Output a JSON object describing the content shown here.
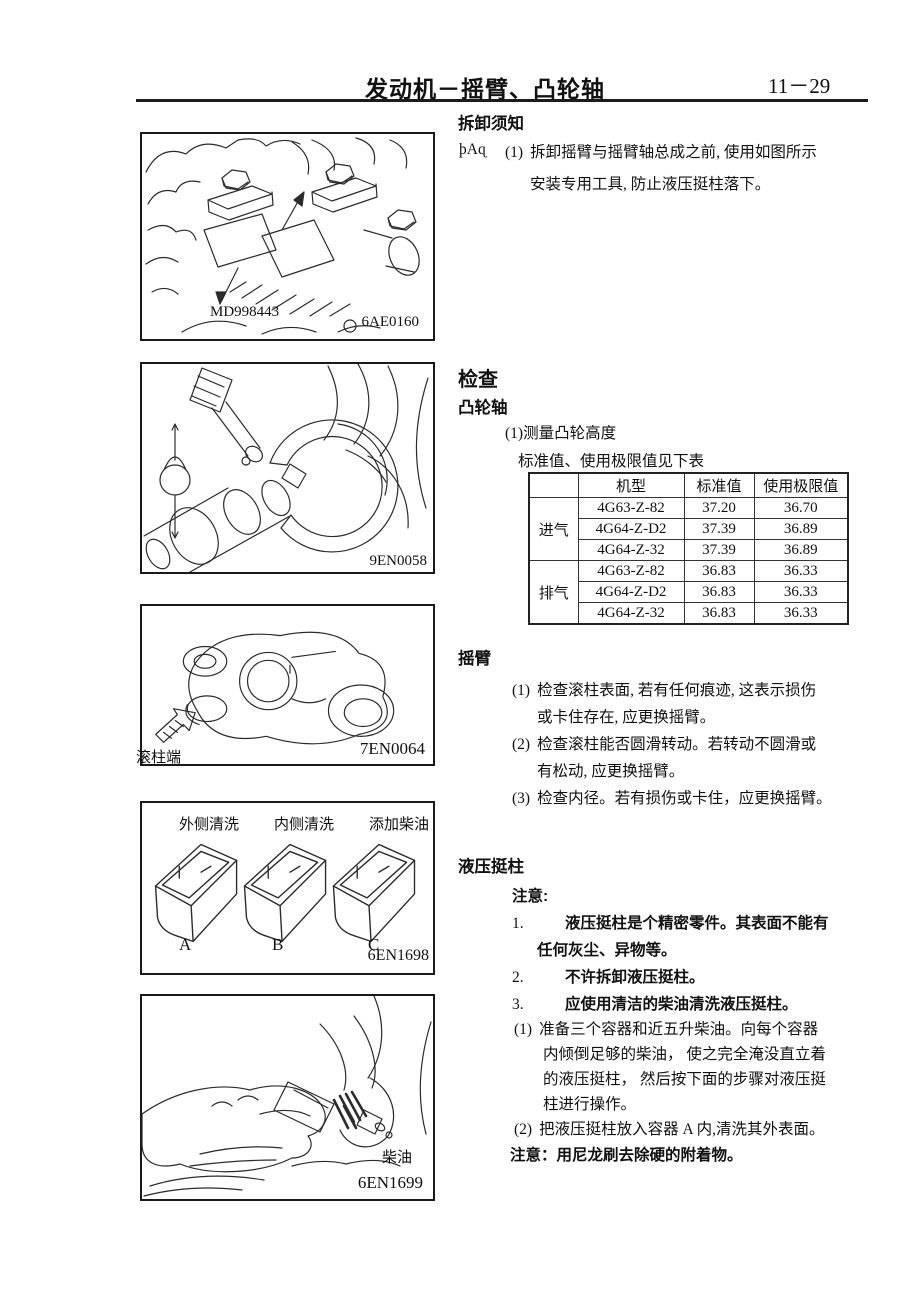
{
  "header": {
    "title": "发动机－摇臂、凸轮轴",
    "page_number": "11－29"
  },
  "figures": {
    "fig1": {
      "code": "6AE0160",
      "tool_label": "MD998443"
    },
    "fig2": {
      "code": "9EN0058"
    },
    "fig3": {
      "code": "7EN0064",
      "roller_label": "滚柱端"
    },
    "fig4": {
      "code": "6EN1698",
      "label_a": "外侧清洗",
      "label_b": "内侧清洗",
      "label_c": "添加柴油",
      "letter_a": "A",
      "letter_b": "B",
      "letter_c": "C"
    },
    "fig5": {
      "code": "6EN1699",
      "diesel_label": "柴油"
    }
  },
  "removal": {
    "heading": "拆卸须知",
    "marker": "þAɋ",
    "item_no": "(1)",
    "line1": "拆卸摇臂与摇臂轴总成之前, 使用如图所示",
    "line2": "安装专用工具, 防止液压挺柱落下。"
  },
  "inspection": {
    "heading": "检查"
  },
  "camshaft": {
    "heading": "凸轮轴",
    "step": "(1)测量凸轮高度",
    "note": "标准值、使用极限值见下表",
    "table": {
      "col_model": "机型",
      "col_standard": "标准值",
      "col_limit": "使用极限值",
      "intake": "进气",
      "exhaust": "排气",
      "rows": [
        [
          "4G63-Z-82",
          "37.20",
          "36.70"
        ],
        [
          "4G64-Z-D2",
          "37.39",
          "36.89"
        ],
        [
          "4G64-Z-32",
          "37.39",
          "36.89"
        ],
        [
          "4G63-Z-82",
          "36.83",
          "36.33"
        ],
        [
          "4G64-Z-D2",
          "36.83",
          "36.33"
        ],
        [
          "4G64-Z-32",
          "36.83",
          "36.33"
        ]
      ]
    }
  },
  "rocker": {
    "heading": "摇臂",
    "items": [
      {
        "no": "(1)",
        "lines": [
          "检查滚柱表面, 若有任何痕迹, 这表示损伤",
          "或卡住存在, 应更换摇臂。"
        ]
      },
      {
        "no": "(2)",
        "lines": [
          "检查滚柱能否圆滑转动。若转动不圆滑或",
          "有松动, 应更换摇臂。"
        ]
      },
      {
        "no": "(3)",
        "lines": [
          "检查内径。若有损伤或卡住，应更换摇臂。"
        ]
      }
    ]
  },
  "lash": {
    "heading": "液压挺柱",
    "caution_label": "注意:",
    "cautions": [
      {
        "no": "1.",
        "lines": [
          "液压挺柱是个精密零件。其表面不能有",
          "任何灰尘、异物等。"
        ]
      },
      {
        "no": "2.",
        "lines": [
          "不许拆卸液压挺柱。"
        ]
      },
      {
        "no": "3.",
        "lines": [
          "应使用清洁的柴油清洗液压挺柱。"
        ]
      }
    ],
    "steps": [
      {
        "no": "(1)",
        "lines": [
          "准备三个容器和近五升柴油。向每个容器",
          "内倾倒足够的柴油， 使之完全淹没直立着",
          "的液压挺柱， 然后按下面的步骤对液压挺",
          "柱进行操作。"
        ]
      },
      {
        "no": "(2)",
        "lines": [
          "把液压挺柱放入容器 A 内,清洗其外表面。"
        ]
      }
    ],
    "note": "注意：用尼龙刷去除硬的附着物。"
  }
}
